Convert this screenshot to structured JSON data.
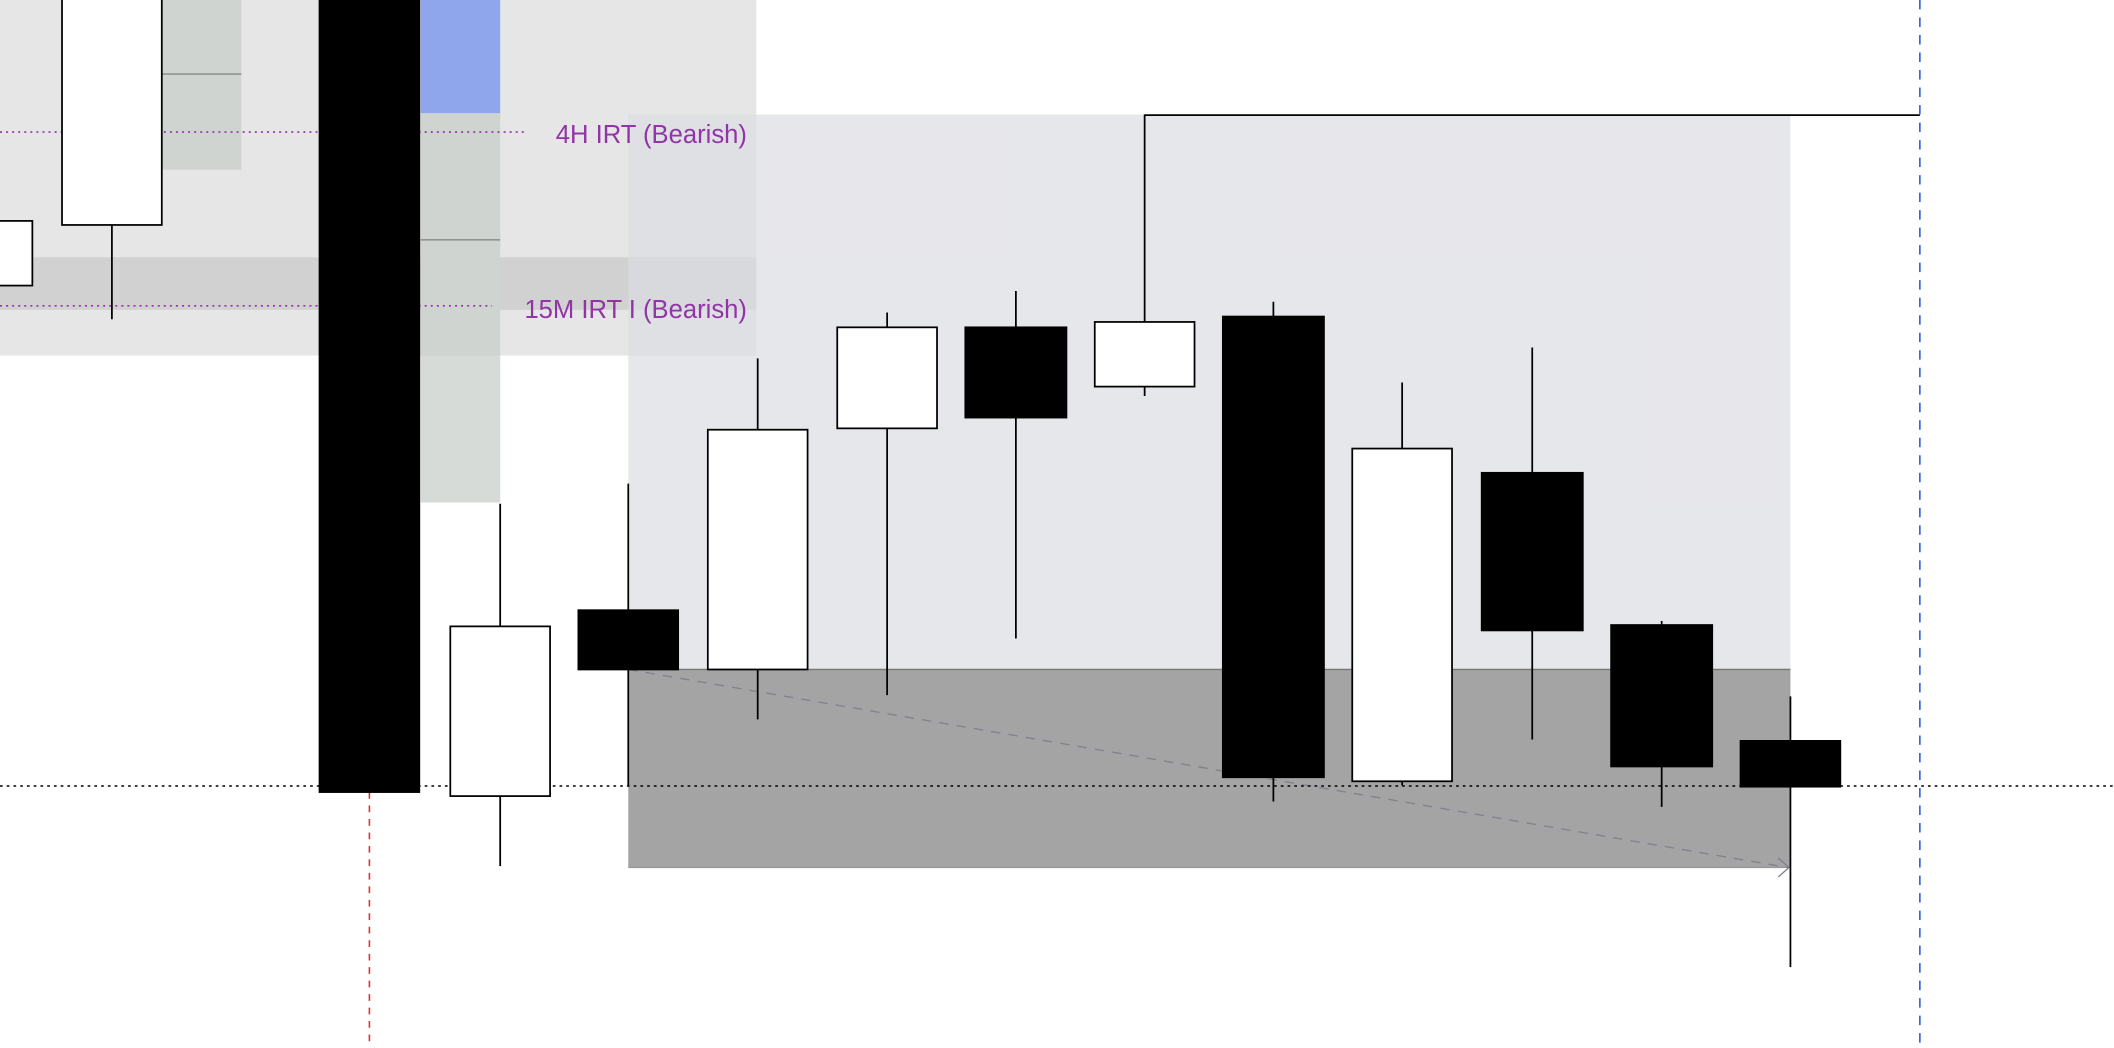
{
  "chart_data": {
    "type": "candlestick",
    "title": "",
    "annotations": [
      {
        "label": "4H IRT (Bearish)",
        "style": "dotted",
        "color": "#9234a8"
      },
      {
        "label": "15M IRT I (Bearish)",
        "style": "dotted",
        "color": "#9234a8"
      }
    ],
    "colors": {
      "bullish": "#ffffff",
      "bearish": "#000000",
      "premium_zone": "#e7e8ec",
      "discount_zone": "#a4a4a4",
      "htf_zone": "#e6e6e6",
      "fvg_box": "#d0d5d1",
      "blue_box": "#8fa5ec",
      "session_line_red": "#e0352b",
      "session_line_blue": "#2f5fe0"
    }
  }
}
